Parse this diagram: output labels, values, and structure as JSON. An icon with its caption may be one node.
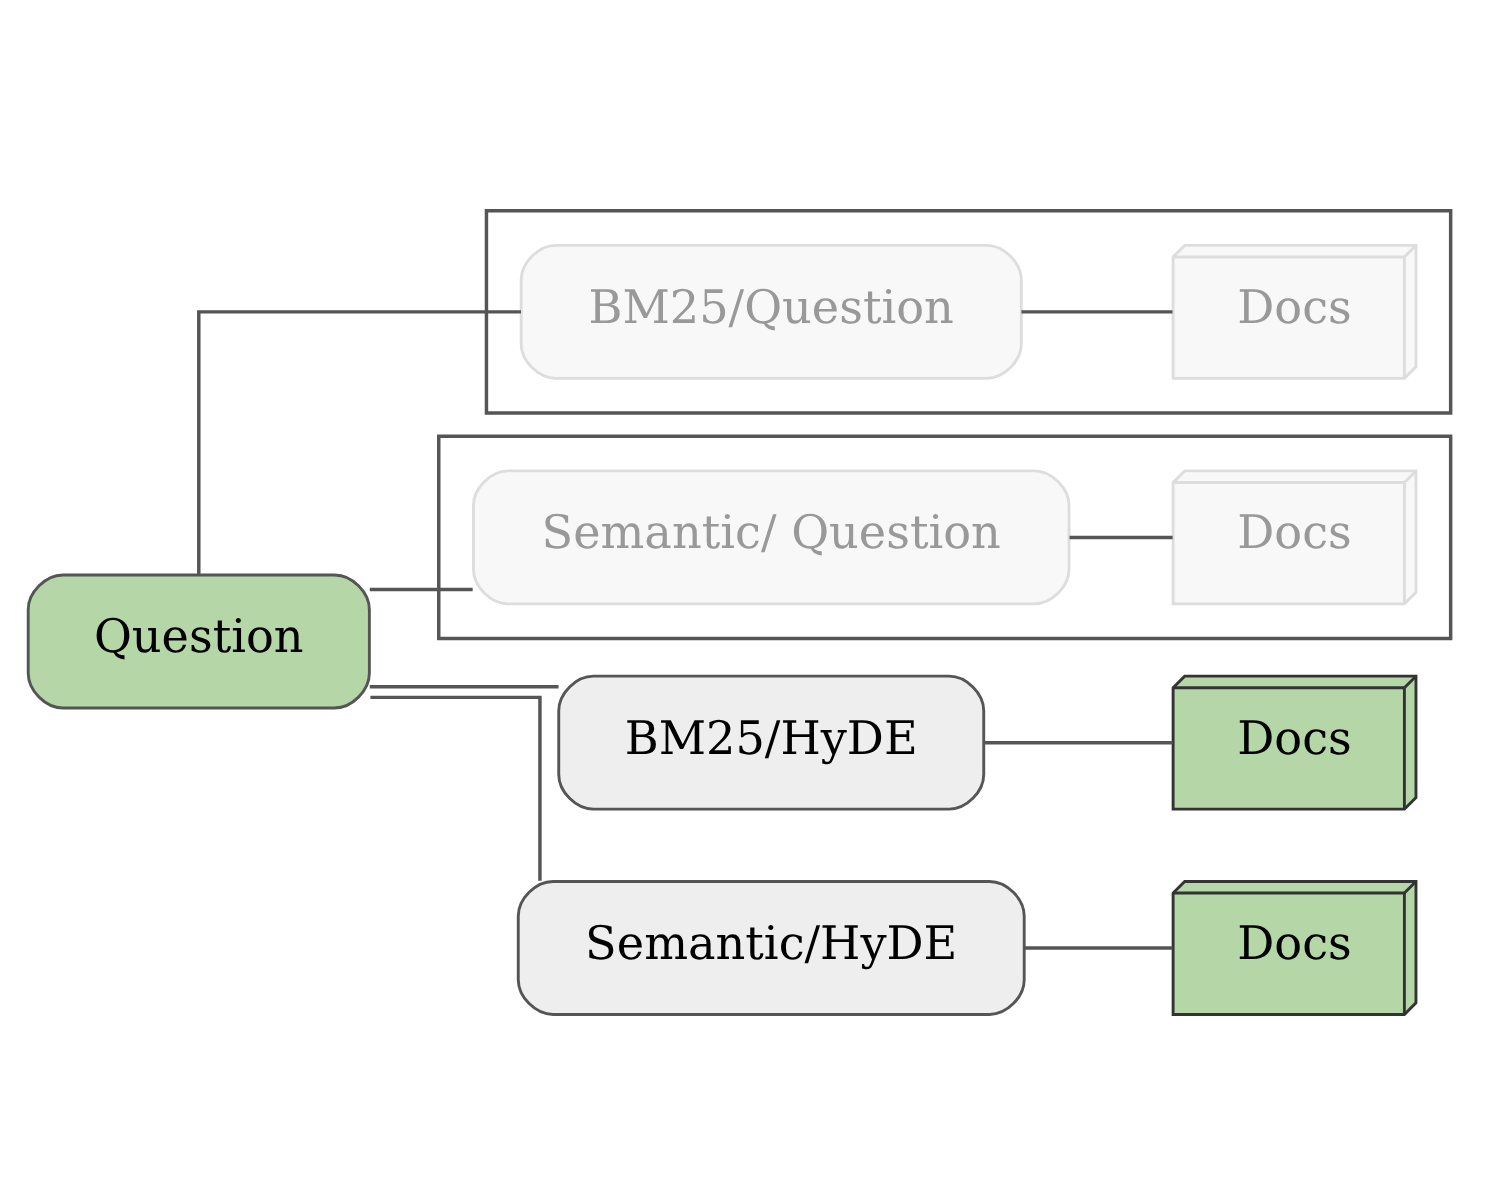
{
  "diagram": {
    "nodes": [
      {
        "text": [
          "Question"
        ]
      },
      {
        "text": [],
        "shape": "box"
      },
      {
        "text": [
          "BM25/Question"
        ],
        "in": 1
      },
      {
        "text": [
          "Docs"
        ],
        "in": 1
      },
      {
        "text": [
          "BM25/HyDE"
        ]
      },
      {
        "text": [
          "Docs"
        ]
      },
      {
        "text": [],
        "shape": "box"
      },
      {
        "text": [
          "Semantic/ Question"
        ],
        "in": 6
      },
      {
        "text": [
          "Docs"
        ],
        "in": 6
      },
      {
        "text": [
          "Semantic/HyDE"
        ]
      },
      {
        "text": [
          "Docs"
        ]
      }
    ],
    "edges": [
      {
        "from": 0,
        "to": 2,
        "arrow": "none"
      },
      {
        "from": 2,
        "to": 3,
        "arrow": "none"
      },
      {
        "from": 0,
        "to": 4,
        "arrow": "none"
      },
      {
        "from": 4,
        "to": 5,
        "arrow": "none"
      },
      {
        "from": 0,
        "to": 7,
        "arrow": "none"
      },
      {
        "from": 7,
        "to": 8,
        "arrow": "none"
      },
      {
        "from": 0,
        "to": 9,
        "arrow": "none"
      },
      {
        "from": 9,
        "to": 10,
        "arrow": "none"
      }
    ]
  }
}
